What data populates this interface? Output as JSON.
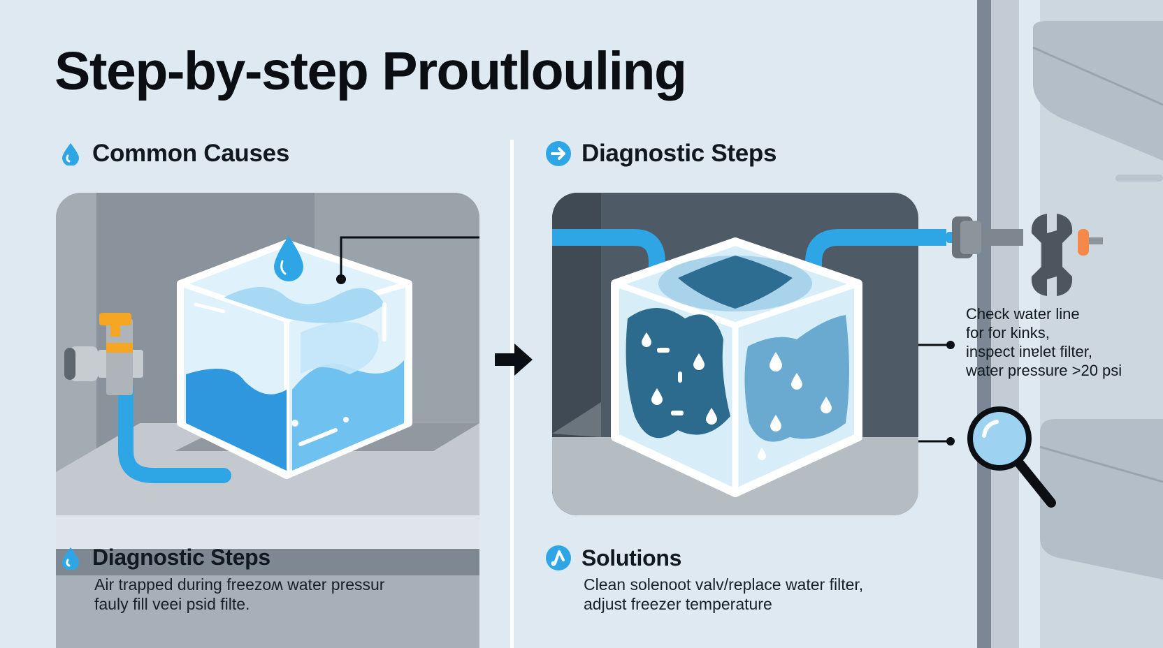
{
  "title": "Step-by-step Proutlouling",
  "sections": {
    "common_causes": {
      "heading": "Common Causes",
      "icon": "water-drop-icon"
    },
    "diagnostic_steps": {
      "heading": "Diagnostic Steps",
      "icon": "arrow-right-circle-icon"
    },
    "diagnostic_steps_lower": {
      "heading": "Diagnostic Steps",
      "icon": "water-drop-icon",
      "lines": [
        "Air trapped during freezoʍ water pressur",
        "fauly fill veei psid filte."
      ]
    },
    "solutions": {
      "heading": "Solutions",
      "icon": "music-note-circle-icon",
      "lines": [
        "Clean solenoot valv/replace water filter,",
        "adjust freezer temperature"
      ]
    }
  },
  "callout": {
    "lines": [
      "Check water line",
      "for for kinks,",
      "inspect inɐlet filter,",
      "water pressure >20 psi"
    ]
  },
  "colors": {
    "background": "#dfe9f1",
    "accent_blue": "#2ea6e6",
    "water_blue": "#7cc8f0",
    "ice_outline": "#ffffff",
    "valve_orange": "#f5a623",
    "text_dark": "#0b0f14"
  },
  "icons": [
    "water-drop-icon",
    "arrow-right-circle-icon",
    "music-note-circle-icon",
    "right-arrow-icon",
    "wrench-icon",
    "magnifier-icon",
    "water-valve-icon"
  ]
}
